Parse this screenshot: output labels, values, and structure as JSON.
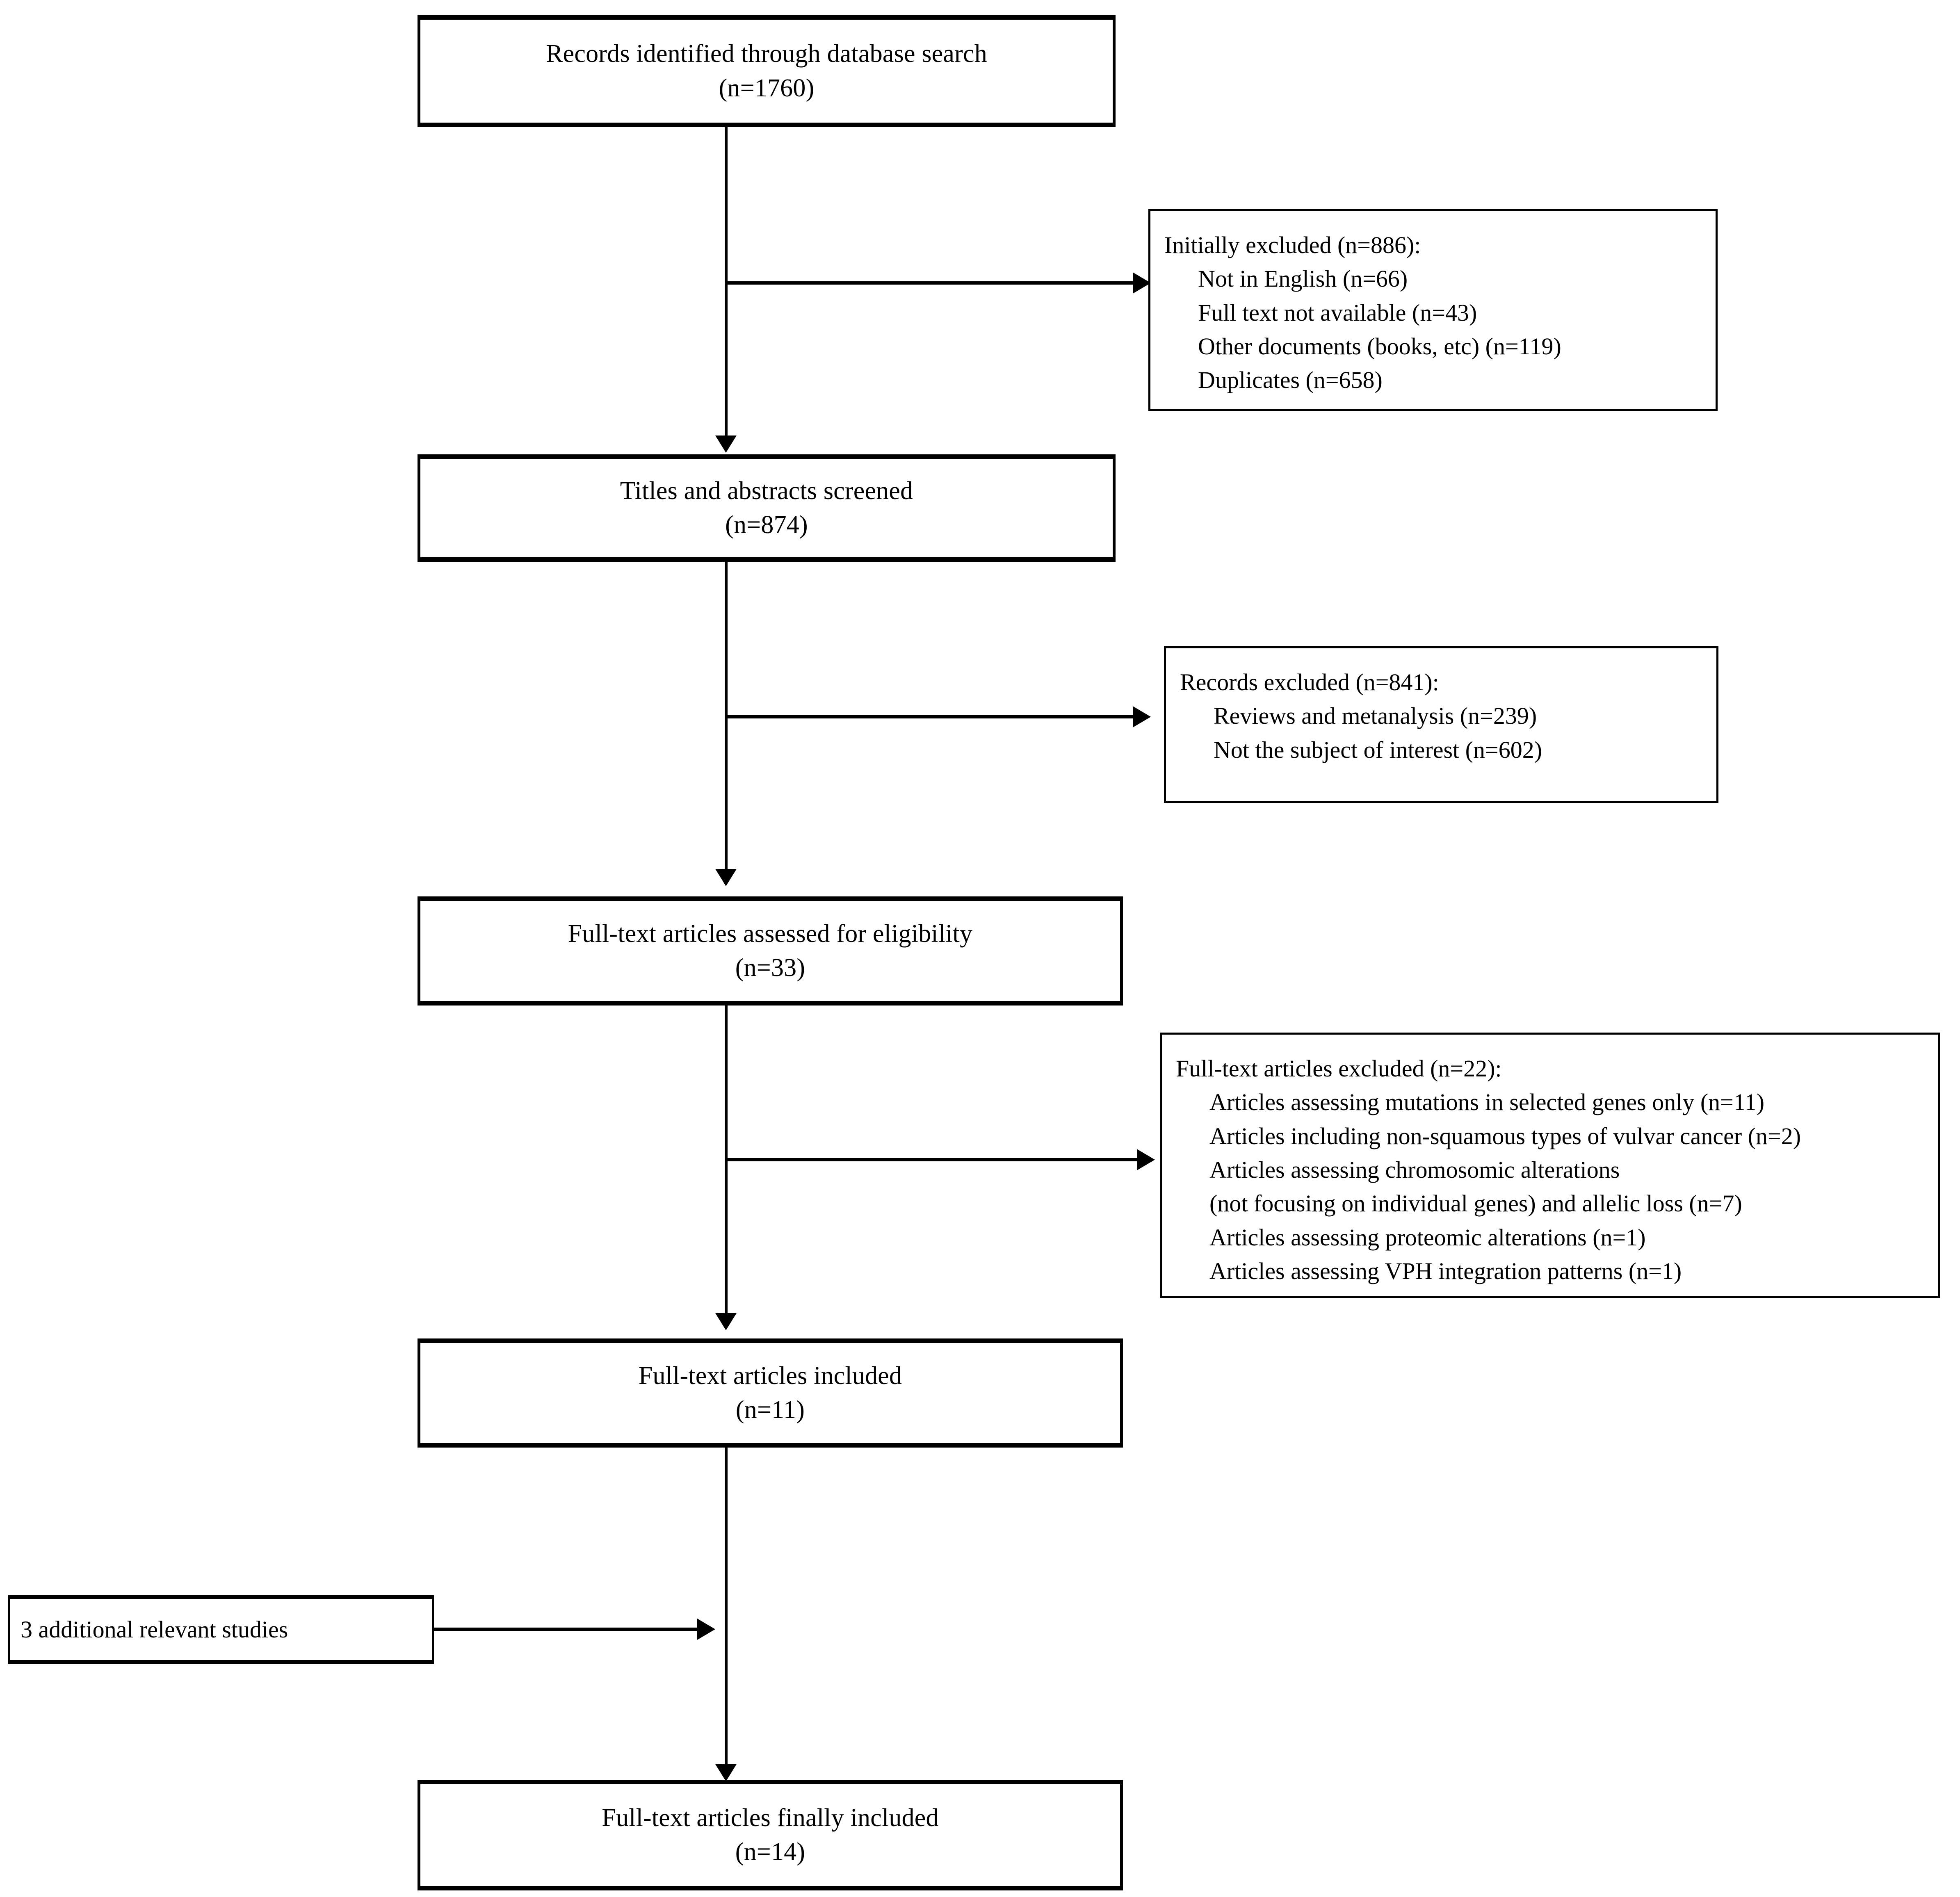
{
  "diagram": {
    "type": "prisma-flow-diagram",
    "title": "PRISMA study selection flow diagram",
    "line_color": "#000000",
    "background_color": "#ffffff"
  },
  "nodes": {
    "identified": {
      "id": "records-identified",
      "line1": "Records identified through database search",
      "line2": "(n=1760)",
      "n": 1760
    },
    "screened": {
      "id": "titles-abstracts-screened",
      "line1": "Titles and abstracts screened",
      "line2": "(n=874)",
      "n": 874
    },
    "assessed": {
      "id": "fulltext-assessed",
      "line1": "Full-text articles assessed for eligibility",
      "line2": "(n=33)",
      "n": 33
    },
    "included": {
      "id": "fulltext-included",
      "line1": "Full-text articles included",
      "line2": "(n=11)",
      "n": 11
    },
    "additional": {
      "id": "additional-studies",
      "line1": "3 additional relevant studies",
      "n": 3
    },
    "final": {
      "id": "fulltext-finally-included",
      "line1": "Full-text articles finally included",
      "line2": "(n=14)",
      "n": 14
    }
  },
  "exclusions": {
    "initial": {
      "id": "initially-excluded",
      "head": "Initially excluded (n=886):",
      "n": 886,
      "items": [
        "Not in English (n=66)",
        "Full text not available (n=43)",
        "Other documents (books, etc) (n=119)",
        "Duplicates (n=658)"
      ]
    },
    "records": {
      "id": "records-excluded",
      "head": "Records excluded (n=841):",
      "n": 841,
      "items": [
        "Reviews and metanalysis (n=239)",
        "Not the subject of interest (n=602)"
      ]
    },
    "fulltext": {
      "id": "fulltext-excluded",
      "head": "Full-text articles excluded (n=22):",
      "n": 22,
      "items": [
        "Articles assessing mutations in selected genes only (n=11)",
        "Articles including non-squamous types of vulvar cancer (n=2)",
        "Articles assessing chromosomic alterations",
        "(not focusing on individual genes) and allelic loss (n=7)",
        "Articles assessing proteomic alterations (n=1)",
        "Articles assessing VPH integration patterns (n=1)"
      ]
    }
  }
}
